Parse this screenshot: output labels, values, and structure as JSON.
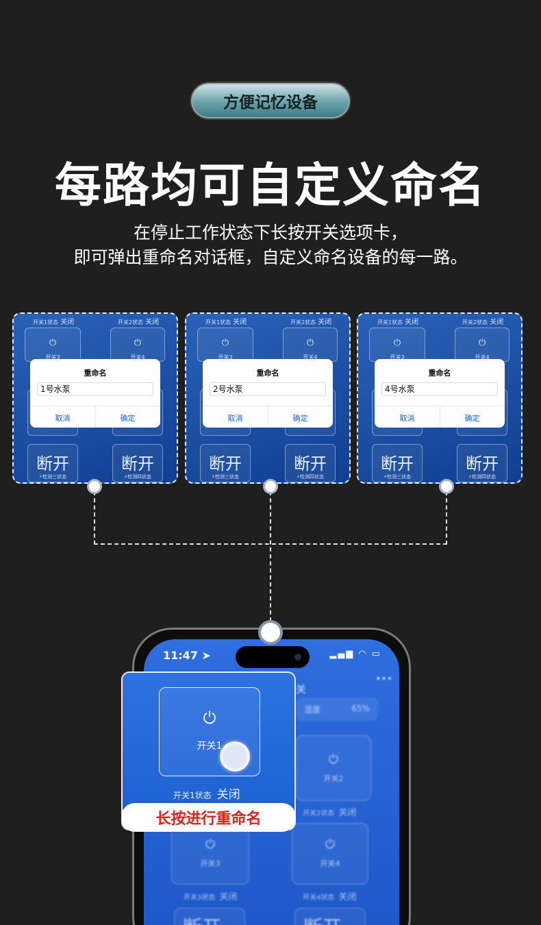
{
  "header": {
    "pill_label": "方便记忆设备",
    "headline": "每路均可自定义命名",
    "subline1": "在停止工作状态下长按开关选项卡，",
    "subline2": "即可弹出重命名对话框，自定义命名设备的每一路。"
  },
  "card_common": {
    "status1_label": "开关1状态",
    "status2_label": "开关2状态",
    "off": "关闭",
    "switch3": "开关3",
    "switch4": "开关4",
    "power_glyph": "⏻",
    "dialog_title": "重命名",
    "cancel": "取消",
    "confirm": "确定",
    "disconnect": "断开",
    "detect3": "⚡检测三状态",
    "detect4": "⚡检测四状态"
  },
  "cards": [
    {
      "input_value": "1号水泵"
    },
    {
      "input_value": "2号水泵"
    },
    {
      "input_value": "4号水泵"
    }
  ],
  "phone": {
    "time": "11:47 ➤",
    "signal": "▂▄▆ ◠ ▭",
    "title_fragment": "关",
    "more": "•••",
    "humidity_label": "湿度",
    "humidity_value": "65%",
    "switch2": "开关2",
    "switch3": "开关3",
    "switch4": "开关4",
    "status2_label": "开关2状态",
    "status3_label": "开关3状态",
    "status4_label": "开关4状态",
    "off": "关闭",
    "disconnect": "断开"
  },
  "popup": {
    "switch1": "开关1",
    "status1_label": "开关1状态",
    "off": "关闭",
    "badge": "长按进行重命名"
  }
}
